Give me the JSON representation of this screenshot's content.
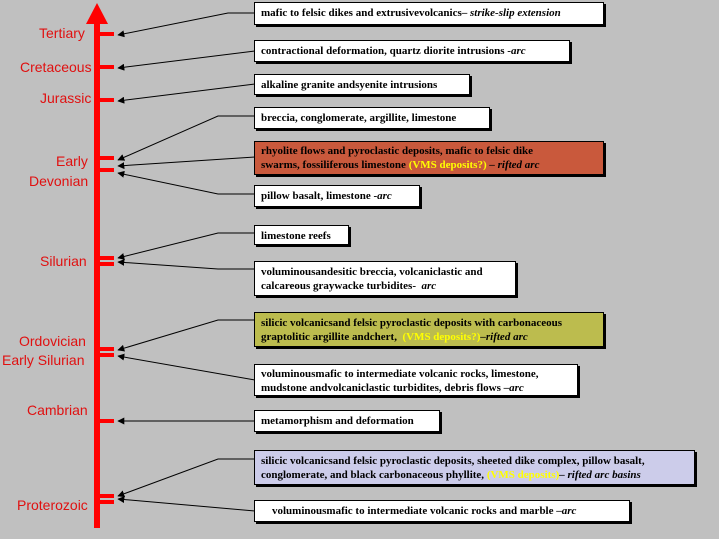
{
  "colors": {
    "background": "#c0c0c0",
    "timeline": "#ff0000",
    "age_label": "#e01010",
    "box_white": "#ffffff",
    "box_vms_red": "#c9593c",
    "box_vms_olive": "#bcbc4e",
    "box_vms_lavender": "#ccccea",
    "vms_highlight": "#ffff00"
  },
  "ages": {
    "tertiary": "Tertiary",
    "cretaceous": "Cretaceous",
    "jurassic": "Jurassic",
    "early": "Early",
    "devonian": "Devonian",
    "silurian": "Silurian",
    "ordovician": "Ordovician",
    "early_silurian": "Early Silurian",
    "cambrian": "Cambrian",
    "proterozoic": "Proterozoic"
  },
  "events": {
    "e1": {
      "text": "mafic to felsic dikes and extrusivevolcanics– ",
      "tectonic": "strike-slip extension"
    },
    "e2": {
      "text": "contractional deformation, quartz diorite intrusions -",
      "tectonic": "arc"
    },
    "e3": {
      "text": "alkaline granite andsyenite intrusions"
    },
    "e4": {
      "text": "breccia, conglomerate, argillite, limestone"
    },
    "e5": {
      "line1": "rhyolite flows and pyroclastic deposits, mafic to felsic dike",
      "line2": "swarms, fossiliferous limestone ",
      "vms": "(VMS deposits?)",
      "tectonic": " – rifted arc"
    },
    "e6": {
      "text": "pillow basalt, limestone -",
      "tectonic": "arc"
    },
    "e7": {
      "text": "limestone reefs"
    },
    "e8": {
      "line1": "voluminousandesitic breccia, volcaniclastic and",
      "line2": "calcareous graywacke turbidites-  ",
      "tectonic": "arc"
    },
    "e9": {
      "line1": "silicic volcanicsand felsic pyroclastic deposits with carbonaceous",
      "line2": "graptolitic argillite andchert,  ",
      "vms": "(VMS deposits?)",
      "tectonic": "–rifted arc"
    },
    "e10": {
      "line1": "voluminousmafic to intermediate volcanic rocks, limestone,",
      "line2": "mudstone andvolcaniclastic turbidites, debris flows –",
      "tectonic": "arc"
    },
    "e11": {
      "text": "metamorphism and deformation"
    },
    "e12": {
      "line1": "silicic volcanicsand felsic pyroclastic deposits, sheeted dike complex, pillow basalt,",
      "line2": "conglomerate, and black carbonaceous phyllite, ",
      "vms": "(VMS deposits)",
      "tectonic": "– rifted arc basins"
    },
    "e13": {
      "text": "voluminousmafic to intermediate volcanic rocks and marble –",
      "tectonic": "arc"
    }
  }
}
